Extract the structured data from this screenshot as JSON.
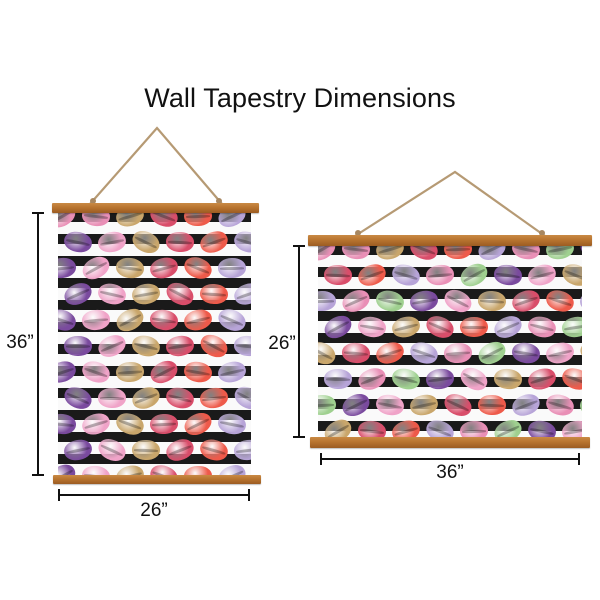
{
  "title": "Wall Tapestry Dimensions",
  "colors": {
    "wood": "#b8742f",
    "stripe_dark": "#1a1a1a",
    "stripe_light": "#fafafa",
    "rope": "#b69a74",
    "text": "#111111"
  },
  "tapestries": [
    {
      "name": "portrait",
      "height_label": "36”",
      "width_label": "26”",
      "orientation": "vertical"
    },
    {
      "name": "landscape",
      "height_label": "26”",
      "width_label": "36”",
      "orientation": "horizontal"
    }
  ],
  "macaron_palette": [
    "#e98fb6",
    "#d94d6a",
    "#7a4a9e",
    "#b7a4d8",
    "#c9a66b",
    "#9fd08f",
    "#ee5a4a",
    "#f0a3c8"
  ]
}
